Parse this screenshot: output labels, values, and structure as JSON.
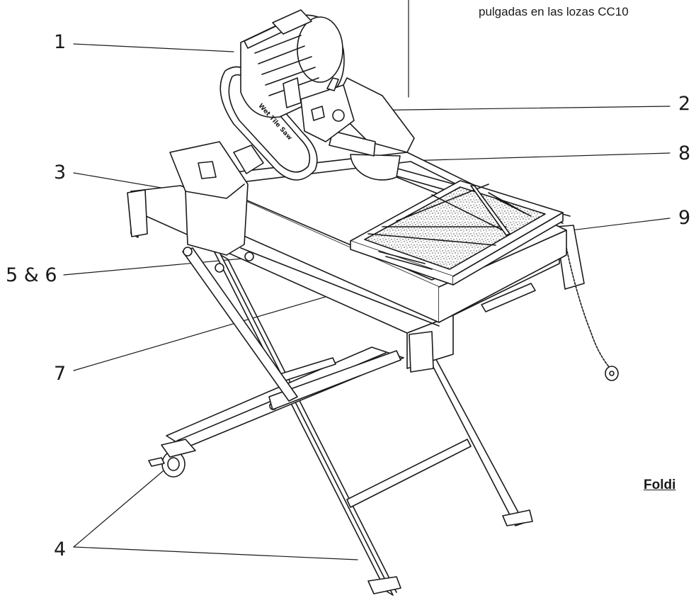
{
  "header_note": "pulgadas en las lozas CC10",
  "folding_label": "Foldi",
  "motor_text": "Wet Tile Saw",
  "callouts": {
    "c1": "1",
    "c2": "2",
    "c3": "3",
    "c4": "4",
    "c56": "5 & 6",
    "c7": "7",
    "c8": "8",
    "c9": "9"
  }
}
